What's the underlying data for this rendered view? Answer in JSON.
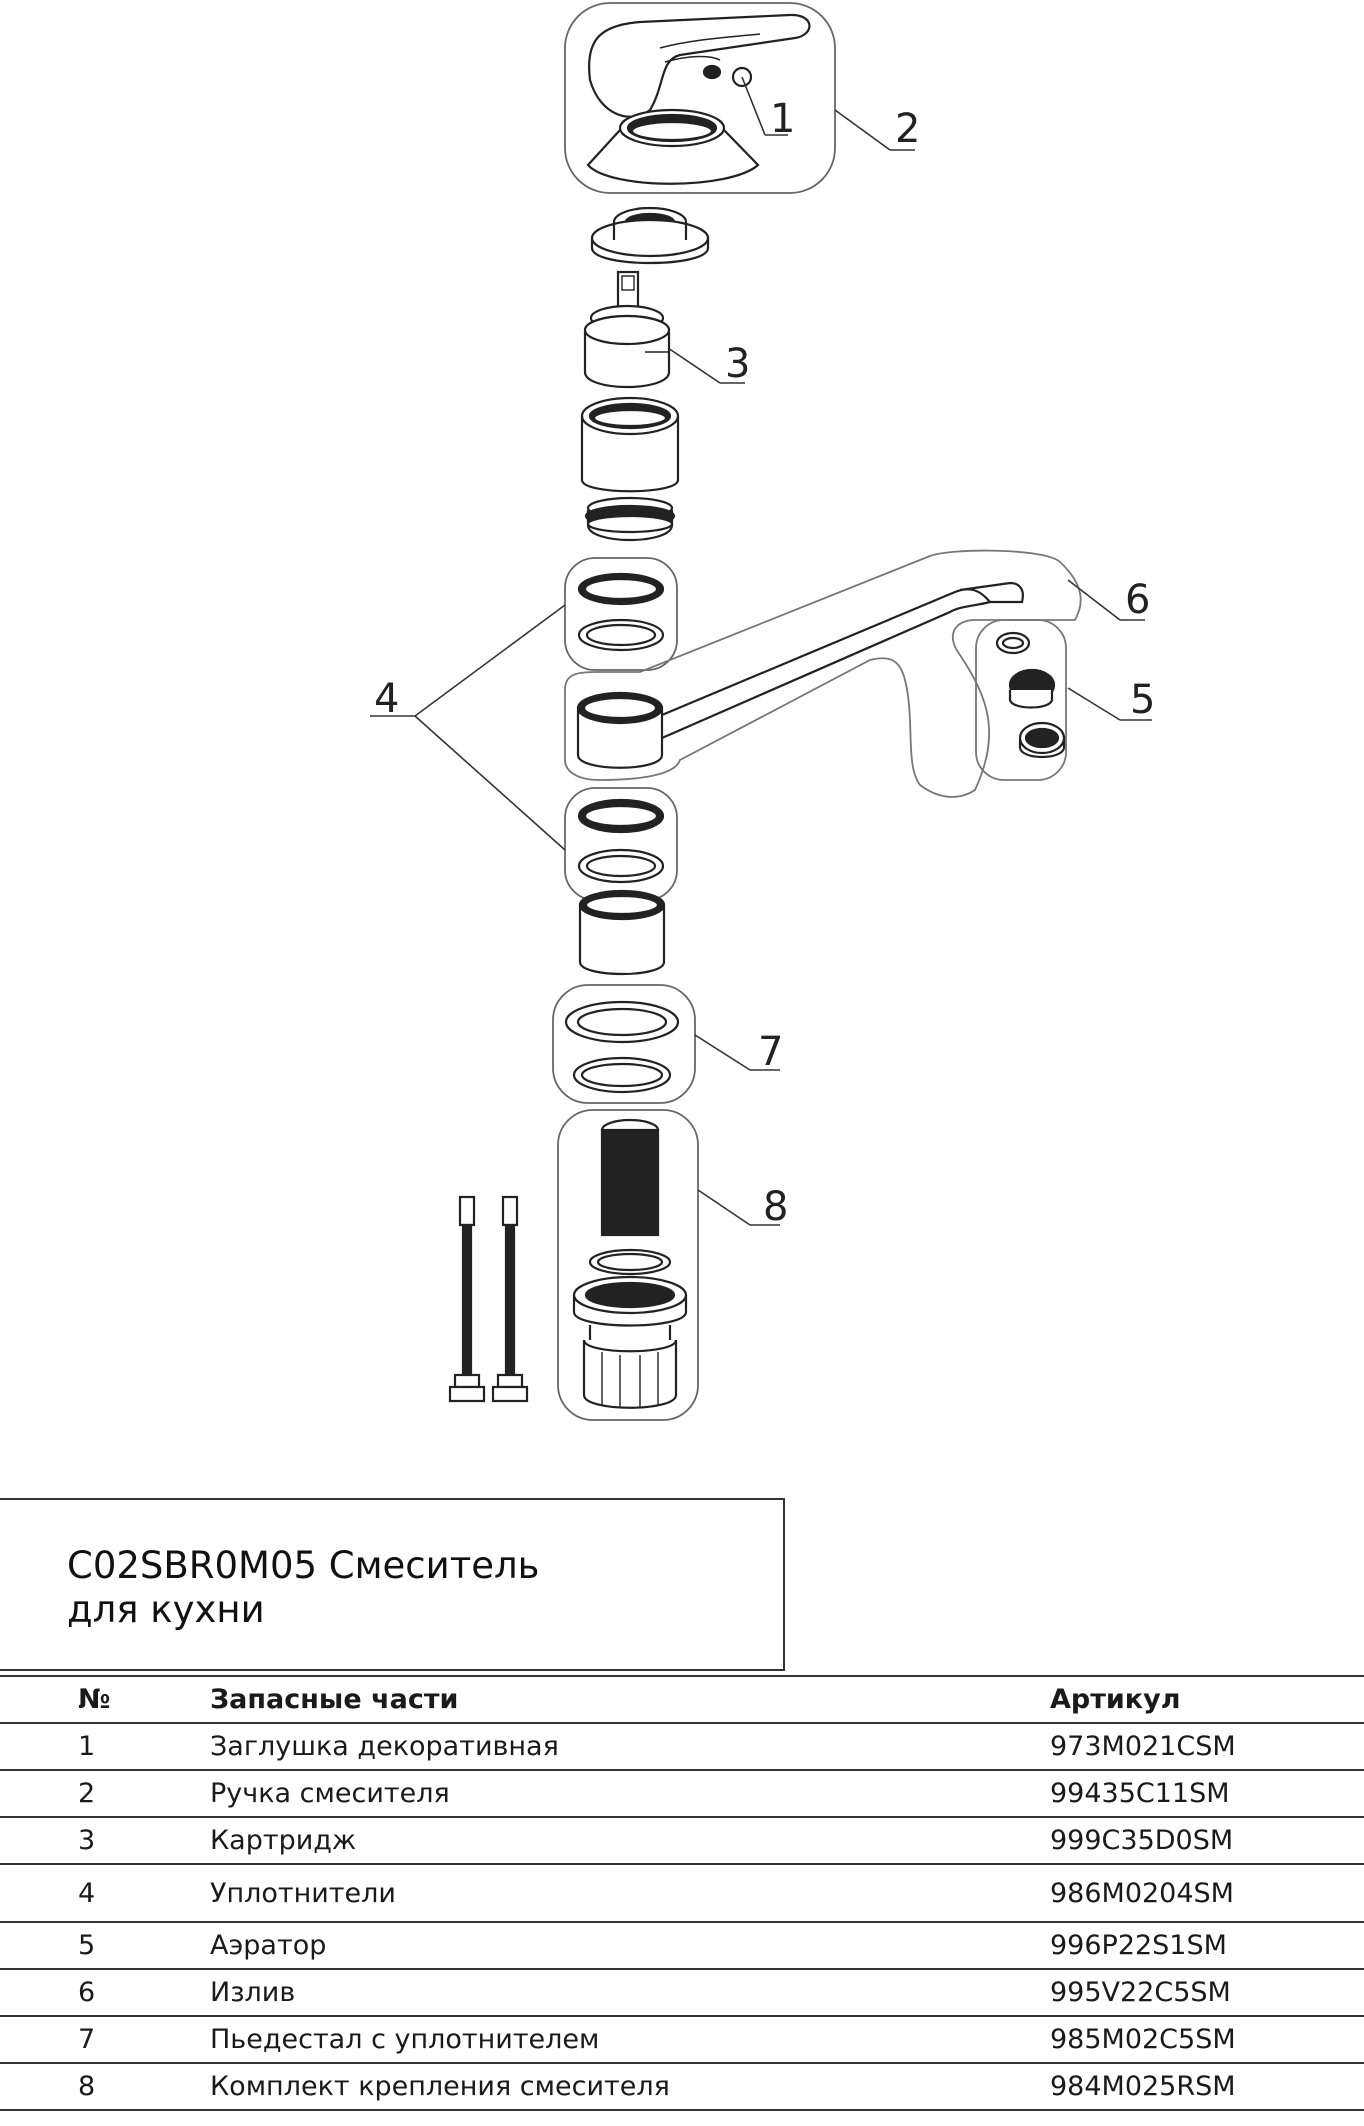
{
  "diagram": {
    "callouts": [
      "1",
      "2",
      "3",
      "4",
      "5",
      "6",
      "7",
      "8"
    ]
  },
  "title": {
    "text": "C02SBR0M05 Смеситель\nдля кухни"
  },
  "table": {
    "headers": {
      "num": "№",
      "name": "Запасные части",
      "article": "Артикул"
    },
    "rows": [
      {
        "num": "1",
        "name": "Заглушка декоративная",
        "article": "973M021CSM"
      },
      {
        "num": "2",
        "name": "Ручка смесителя",
        "article": "99435C11SM"
      },
      {
        "num": "3",
        "name": "Картридж",
        "article": "999C35D0SM"
      },
      {
        "num": "4",
        "name": "Уплотнители",
        "article": "986M0204SM"
      },
      {
        "num": "5",
        "name": "Аэратор",
        "article": "996P22S1SM"
      },
      {
        "num": "6",
        "name": "Излив",
        "article": "995V22C5SM"
      },
      {
        "num": "7",
        "name": "Пьедестал с уплотнителем",
        "article": "985M02C5SM"
      },
      {
        "num": "8",
        "name": "Комплект крепления смесителя",
        "article": "984M025RSM"
      }
    ]
  }
}
